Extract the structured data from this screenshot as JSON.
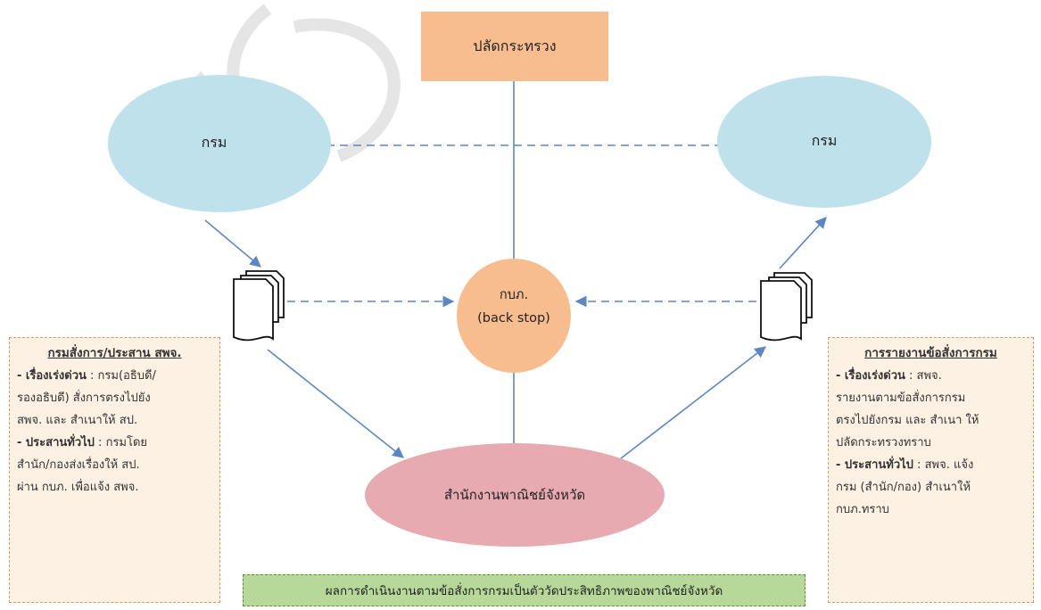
{
  "nodes": {
    "top": "ปลัดกระทรวง",
    "dept_left": "กรม",
    "dept_right": "กรม",
    "center_line1": "กบภ.",
    "center_line2": "(back stop)",
    "bottom": "สำนักงานพาณิชย์จังหวัด"
  },
  "left_box": {
    "title": "กรมสั่งการ/ประสาน สพจ.",
    "urgent_label": "- เรื่องเร่งด่วน",
    "urgent_text_1": " : กรม(อธิบดี/",
    "urgent_text_2": "รองอธิบดี) สั่งการตรงไปยัง",
    "urgent_text_3": "สพจ. และ สำเนาให้ สป.",
    "general_label": "- ประสานทั่วไป",
    "general_text_1": " : กรมโดย",
    "general_text_2": "สำนัก/กองส่งเรื่องให้ สป.",
    "general_text_3": "ผ่าน กบภ. เพื่อแจ้ง สพจ."
  },
  "right_box": {
    "title": "การรายงานข้อสั่งการกรม",
    "urgent_label": "- เรื่องเร่งด่วน",
    "urgent_text_1": " :  สพจ.",
    "urgent_text_2": "รายงานตามข้อสั่งการกรม",
    "urgent_text_3": "ตรงไปยังกรม และ สำเนา ให้",
    "urgent_text_4": "ปลัดกระทรวงทราบ",
    "general_label": "- ประสานทั่วไป",
    "general_text_1": " : สพจ. แจ้ง",
    "general_text_2": "กรม (สำนัก/กอง) สำเนาให้",
    "general_text_3": "กบภ.ทราบ"
  },
  "footer": "ผลการดำเนินงานตามข้อสั่งการกรมเป็นตัววัดประสิทธิภาพของพาณิชย์จังหวัด",
  "colors": {
    "top_box": "#f8bd8e",
    "ellipse_blue": "#bfe1ec",
    "center_circle": "#f8bd8e",
    "bottom_ellipse": "#e7aab0",
    "connector": "#5b87c4",
    "side_box": "#fdf1e4",
    "footer_box": "#b6d99a"
  }
}
